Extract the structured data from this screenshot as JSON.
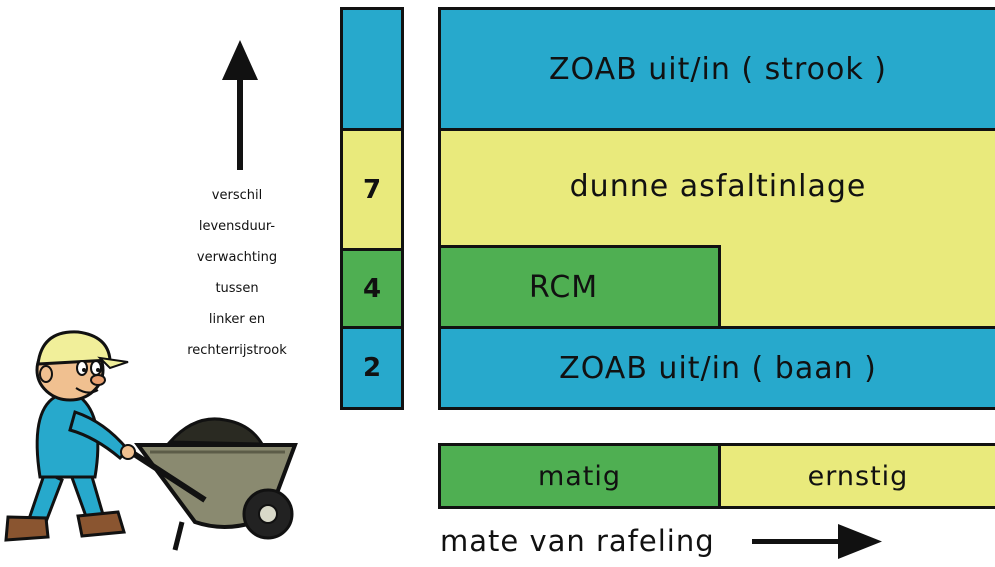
{
  "colors": {
    "blue": "#27a9cc",
    "yellow": "#e9ea7c",
    "green": "#4faf52",
    "outline": "#111111"
  },
  "vertical_arrow": {
    "icon": "up-arrow"
  },
  "side_text": [
    "verschil",
    "levensduur-",
    "verwachting",
    "tussen",
    "linker en",
    "rechterrijstrook"
  ],
  "scale": {
    "values": [
      "",
      "7",
      "4",
      "2"
    ]
  },
  "blocks": {
    "top": "ZOAB uit/in ( strook )",
    "middle": "dunne asfaltinlage",
    "rcm": "RCM",
    "bottom": "ZOAB uit/in ( baan )"
  },
  "severity": {
    "moderate": "matig",
    "severe": "ernstig"
  },
  "x_axis": {
    "label": "mate van rafeling",
    "icon": "right-arrow"
  },
  "illustration": {
    "icon": "worker-with-wheelbarrow-icon"
  }
}
